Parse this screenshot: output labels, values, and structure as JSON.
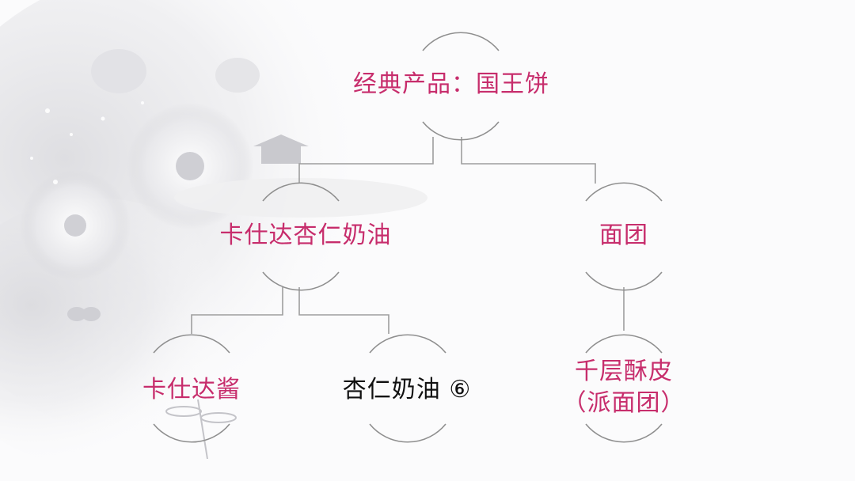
{
  "colors": {
    "accent": "#c72d6c",
    "dark_text": "#111111",
    "connector": "#9e9e9e",
    "circle_arc": "#8f8f8f",
    "background": "#fbfbfc"
  },
  "diagram": {
    "root": {
      "label": "经典产品：国王饼"
    },
    "custard_almond_cream": {
      "label": "卡仕达杏仁奶油"
    },
    "dough": {
      "label": "面团"
    },
    "custard_sauce": {
      "label": "卡仕达酱"
    },
    "almond_cream": {
      "label": "杏仁奶油 ⑥"
    },
    "puff_pastry": {
      "line1": "千层酥皮",
      "line2": "（派面团）"
    }
  }
}
